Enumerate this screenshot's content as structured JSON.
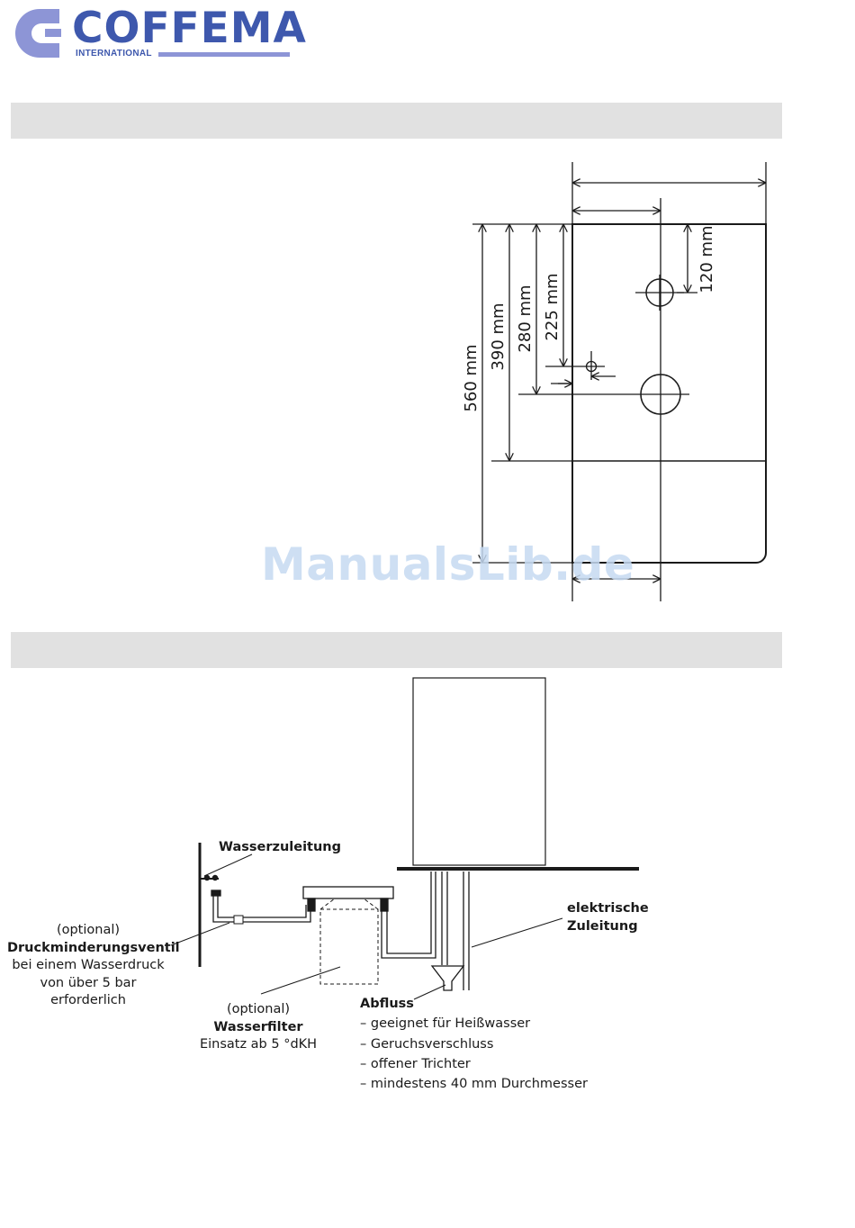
{
  "header": {
    "brand": "COFFEMA",
    "brand_sub": "INTERNATIONAL",
    "logo_color": "#3e58ad",
    "logo_accent": "#8d95d6"
  },
  "section_bands": {
    "color": "#e1e1e1"
  },
  "dimensions": {
    "d560": "560 mm",
    "d390": "390 mm",
    "d280": "280 mm",
    "d225": "225 mm",
    "d120": "120 mm"
  },
  "watermark": "ManualsLib.de",
  "installation": {
    "water_supply": "Wasserzuleitung",
    "pressure_valve": {
      "optional": "(optional)",
      "name": "Druckminderungsventil",
      "line1": "bei einem Wasserdruck",
      "line2": "von über 5 bar",
      "line3": "erforderlich"
    },
    "water_filter": {
      "optional": "(optional)",
      "name": "Wasserfilter",
      "note": "Einsatz ab 5 °dKH"
    },
    "electric": {
      "line1": "elektrische",
      "line2": "Zuleitung"
    },
    "drain": {
      "title": "Abfluss",
      "items": [
        "– geeignet für Heißwasser",
        "– Geruchsverschluss",
        "– offener Trichter",
        "– mindestens 40 mm Durchmesser"
      ]
    }
  }
}
